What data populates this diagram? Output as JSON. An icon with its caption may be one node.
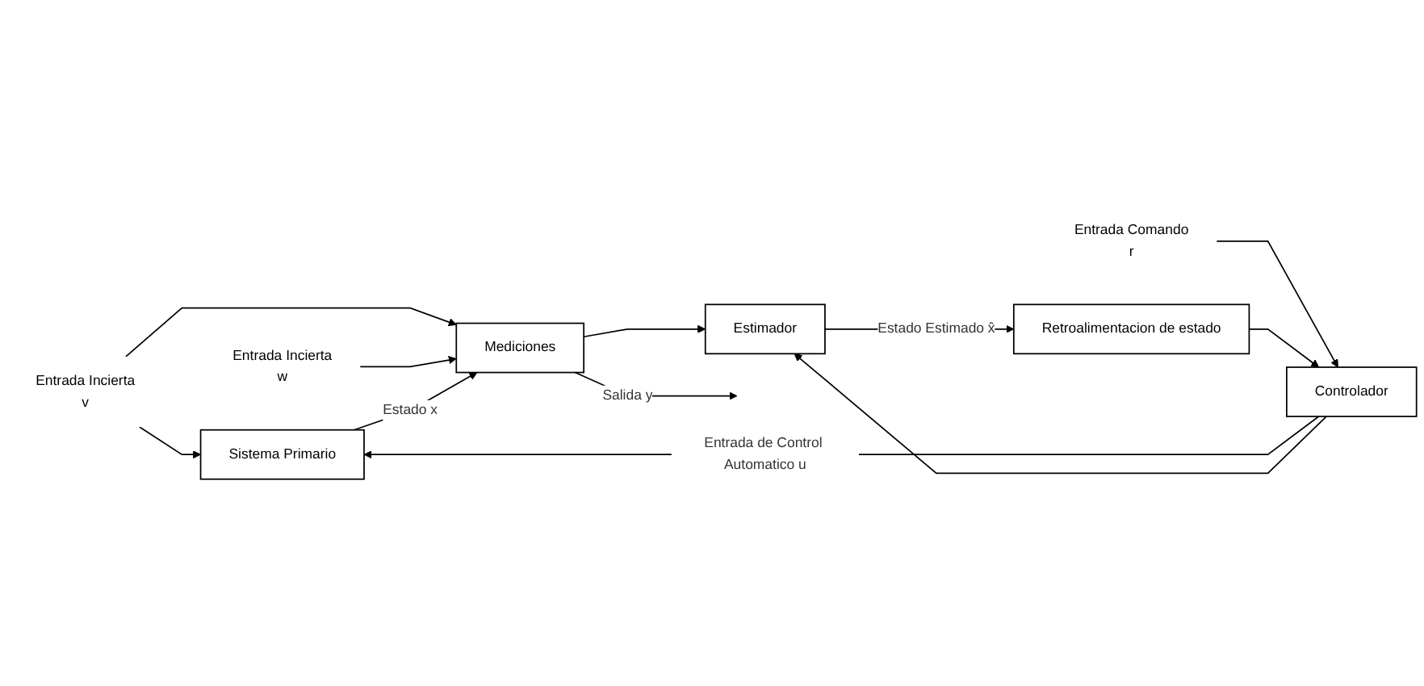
{
  "diagram": {
    "nodes": [
      {
        "text": [
          "Entrada Incierta",
          "v"
        ]
      },
      {
        "text": [
          "Entrada Incierta",
          "w"
        ]
      },
      {
        "text": [
          "Entrada Comando",
          "r"
        ]
      },
      {
        "text": [
          "Controlador"
        ]
      },
      {
        "text": [
          "Sistema Primario"
        ]
      },
      {
        "text": [
          "Mediciones"
        ]
      },
      {
        "text": [
          "Estimador"
        ]
      },
      {
        "text": [
          "Retroalimentacion de estado"
        ]
      }
    ],
    "edges": [
      {
        "from": 2,
        "to": 3,
        "arrow": "to"
      },
      {
        "from": 3,
        "to": 4,
        "arrow": "to",
        "label": "Entrada de Control Automatico u"
      },
      {
        "from": 0,
        "to": 4,
        "arrow": "to"
      },
      {
        "from": 0,
        "to": 5,
        "arrow": "to"
      },
      {
        "from": 1,
        "to": 5,
        "arrow": "to"
      },
      {
        "from": 4,
        "to": 5,
        "arrow": "to",
        "label": "Estado x"
      },
      {
        "from": 5,
        "to": null,
        "arrow": "to",
        "label": "Salida y"
      },
      {
        "from": 3,
        "to": 6,
        "arrow": "to"
      },
      {
        "from": 5,
        "to": 6,
        "arrow": "to"
      },
      {
        "from": 6,
        "to": 7,
        "arrow": "to",
        "label": "Estado Estimado x̂"
      },
      {
        "from": 7,
        "to": 3,
        "arrow": "to"
      }
    ]
  }
}
